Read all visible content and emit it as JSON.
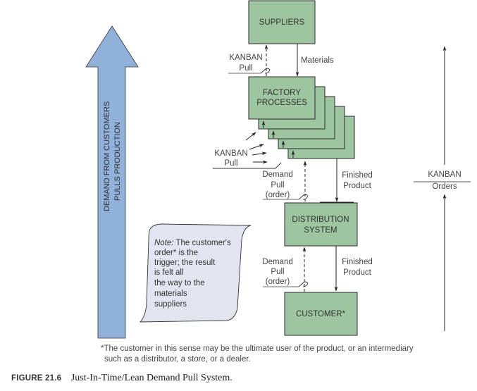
{
  "colors": {
    "box_fill": "#9dc5a0",
    "box_stroke": "#2a2a2a",
    "big_arrow_fill": "#8fb1da",
    "note_fill": "#e4e4f0",
    "line": "#222222",
    "pull_line": "#888888"
  },
  "nodes": {
    "suppliers": "SUPPLIERS",
    "factory_line1": "FACTORY",
    "factory_line2": "PROCESSES",
    "distribution_line1": "DISTRIBUTION",
    "distribution_line2": "SYSTEM",
    "customer": "CUSTOMER*"
  },
  "labels": {
    "kanban_pull_top_1": "KANBAN",
    "kanban_pull_top_2": "Pull",
    "materials": "Materials",
    "kanban_pull_left_1": "KANBAN",
    "kanban_pull_left_2": "Pull",
    "demand_pull_1_line1": "Demand",
    "demand_pull_1_line2": "Pull",
    "demand_pull_1_line3": "(order)",
    "finished_product_1_line1": "Finished",
    "finished_product_1_line2": "Product",
    "demand_pull_2_line1": "Demand",
    "demand_pull_2_line2": "Pull",
    "demand_pull_2_line3": "(order)",
    "finished_product_2_line1": "Finished",
    "finished_product_2_line2": "Product",
    "kanban_orders_top": "KANBAN",
    "kanban_orders_bottom": "Orders"
  },
  "big_arrow": {
    "line1": "DEMAND FROM CUSTOMERS",
    "line2": "PULLS PRODUCTION"
  },
  "note": {
    "prefix": "Note:",
    "line1_rest": " The customer's",
    "line2": "order* is the",
    "line3": "trigger; the result",
    "line4": "is felt all",
    "line5": "the way to the",
    "line6": "materials",
    "line7": "suppliers"
  },
  "footnote": {
    "line1": "*The customer in this sense may be the ultimate user of the product, or an intermediary",
    "line2": "such as a distributor, a store, or a dealer."
  },
  "caption": {
    "figure_label": "FIGURE 21.6",
    "title": "Just-In-Time/Lean Demand Pull System."
  }
}
